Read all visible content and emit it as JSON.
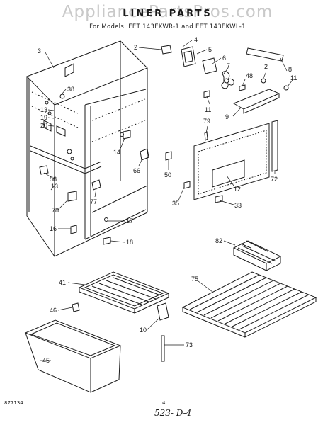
{
  "watermark": "AppliancePartsPros.com",
  "title": "LINER PARTS",
  "subtitle": "For Models: EET 143EKWR-1  and  EET 143EKWL-1",
  "footer": {
    "code": "877134",
    "page": "4",
    "note": "523- D-4"
  },
  "callouts": {
    "c2": "2",
    "c4": "4",
    "c5": "5",
    "c6": "6",
    "c7": "7",
    "c8": "8",
    "c2b": "2",
    "c11a": "11",
    "c48": "48",
    "c3": "3",
    "c38": "38",
    "c13a": "13",
    "c19": "19",
    "c20": "20",
    "c11b": "11",
    "c9": "9",
    "c79": "79",
    "c14": "14",
    "c66": "66",
    "c50": "50",
    "c72": "72",
    "c58": "58",
    "c13b": "13",
    "c77": "77",
    "c78": "78",
    "c12": "12",
    "c35": "35",
    "c33": "33",
    "c16": "16",
    "c17": "17",
    "c18": "18",
    "c82": "82",
    "c41": "41",
    "c75": "75",
    "c46": "46",
    "c10": "10",
    "c73": "73",
    "c45": "45"
  }
}
